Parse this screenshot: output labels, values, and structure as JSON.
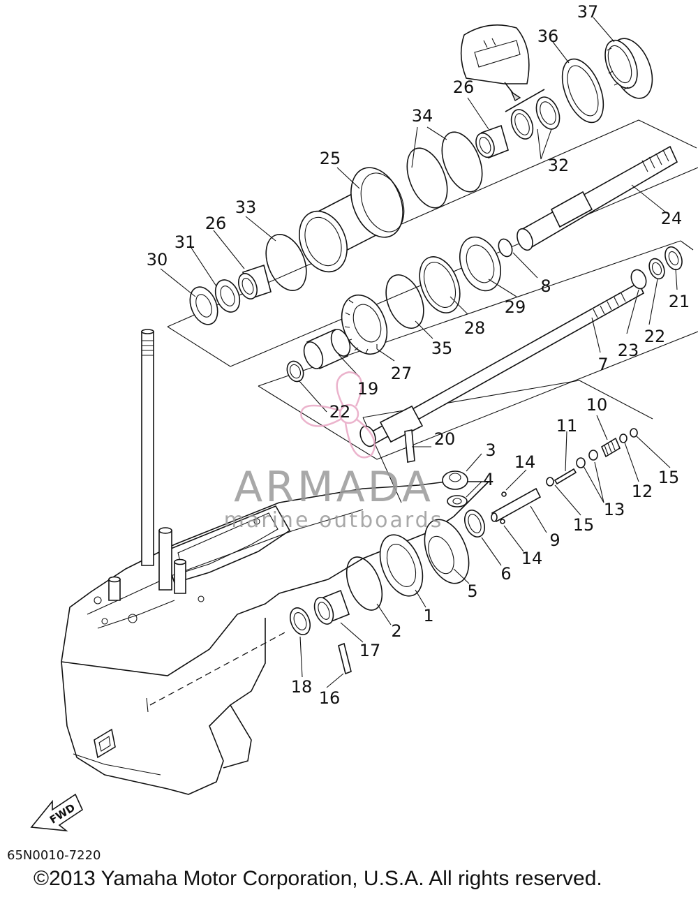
{
  "diagram_code": "65N0010-7220",
  "copyright": "©2013 Yamaha Motor Corporation, U.S.A. All rights reserved.",
  "watermark": {
    "brand": "ARMADA",
    "tagline": "marine outboards",
    "accent_color": "#e8a6c4"
  },
  "fwd_label": "FWD",
  "part_labels": [
    "37",
    "36",
    "26",
    "34",
    "25",
    "32",
    "33",
    "26",
    "31",
    "30",
    "24",
    "8",
    "29",
    "28",
    "35",
    "27",
    "19",
    "22",
    "21",
    "22",
    "23",
    "7",
    "20",
    "3",
    "4",
    "10",
    "11",
    "14",
    "13",
    "12",
    "15",
    "15",
    "9",
    "14",
    "6",
    "5",
    "1",
    "2",
    "17",
    "18",
    "16"
  ]
}
